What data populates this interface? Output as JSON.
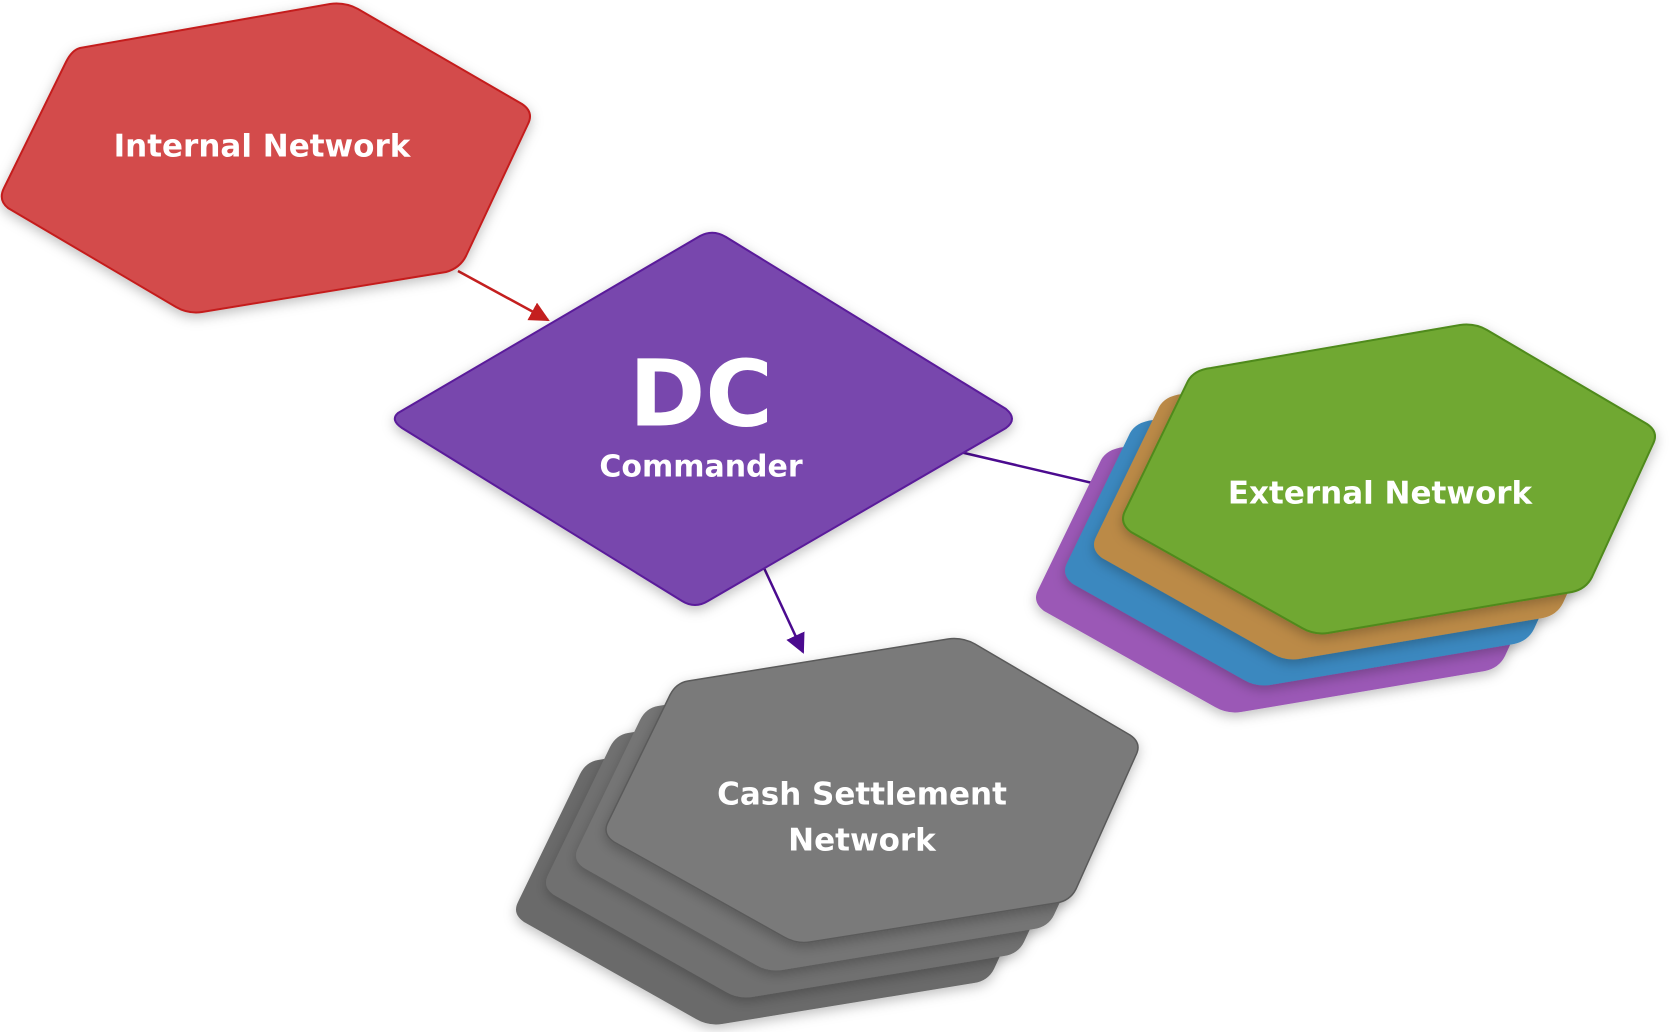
{
  "nodes": {
    "internal": {
      "label": "Internal Network",
      "color": "#d34c4c",
      "stroke": "#c41f1f"
    },
    "dc": {
      "title": "DC",
      "subtitle": "Commander",
      "color": "#7846ad",
      "stroke": "#5a1a9a"
    },
    "external": {
      "label": "External Network",
      "colors": [
        "#9b59b6",
        "#3a88bf",
        "#bb8a46",
        "#6fa832"
      ],
      "stroke": "#4f8a1a"
    },
    "cash": {
      "label_line1": "Cash Settlement",
      "label_line2": "Network",
      "colors": [
        "#6a6a6a",
        "#707070",
        "#757575",
        "#7a7a7a"
      ],
      "stroke": "#4a4a4a"
    }
  },
  "edges": {
    "internal_to_dc": {
      "color": "#c41f1f"
    },
    "dc_to_external": {
      "color": "#4b0b8f"
    },
    "dc_to_cash": {
      "color": "#4b0b8f"
    }
  }
}
